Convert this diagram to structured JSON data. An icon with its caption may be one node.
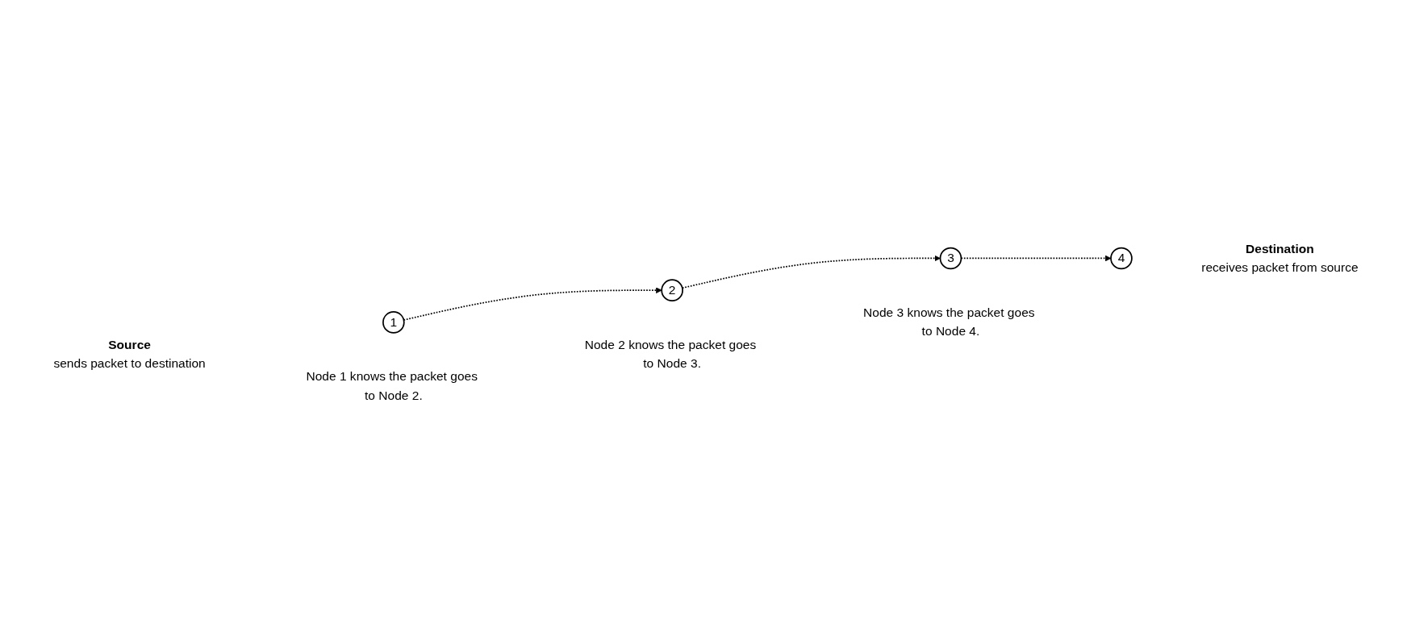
{
  "diagram": {
    "nodes": [
      {
        "text": [
          "1"
        ],
        "beside": [
          "Source",
          "sends packet to destination",
          "Node 1 knows the packet goes to Node 2."
        ]
      },
      {
        "text": [
          "2"
        ],
        "beside": [
          "Node 2 knows the packet goes to Node 3."
        ]
      },
      {
        "text": [
          "3"
        ],
        "beside": [
          "Node 3 knows the packet goes to Node 4."
        ]
      },
      {
        "text": [
          "4"
        ],
        "beside": [
          "Destination",
          "receives packet from source"
        ]
      }
    ],
    "edges": [
      {
        "from": 0,
        "to": 1,
        "arrow": "to",
        "style": "dashed"
      },
      {
        "from": 1,
        "to": 2,
        "arrow": "to",
        "style": "dashed"
      },
      {
        "from": 2,
        "to": 3,
        "arrow": "to",
        "style": "dashed"
      }
    ]
  }
}
